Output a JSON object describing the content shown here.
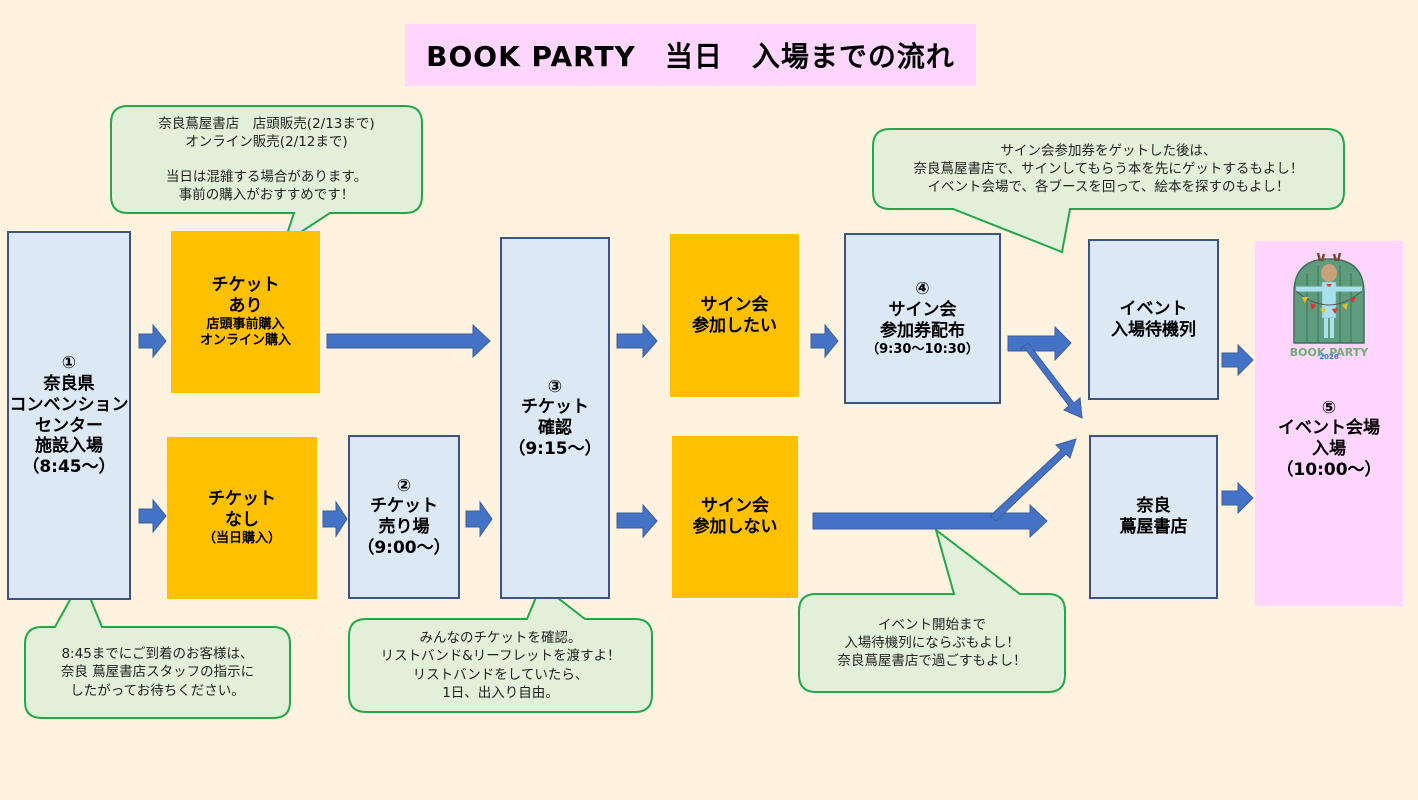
{
  "title": "BOOK PARTY　当日　入場までの流れ",
  "colors": {
    "background": "#fff3df",
    "title_bg": "#ffd6ff",
    "process_box": "#dde8f5",
    "process_border": "#3b5484",
    "decision_box": "#ffc000",
    "venue_box": "#ffd6ff",
    "arrow": "#4472c4",
    "callout_fill": "#e2f0d9",
    "callout_border": "#22a84a"
  },
  "steps": {
    "step1": {
      "number": "①",
      "lines": [
        "奈良県",
        "コンベンション",
        "センター",
        "施設入場",
        "（8:45～）"
      ]
    },
    "ticket_yes": {
      "lines": [
        "チケット",
        "あり"
      ],
      "sub": [
        "店頭事前購入",
        "オンライン購入"
      ]
    },
    "ticket_no": {
      "lines": [
        "チケット",
        "なし"
      ],
      "sub": [
        "（当日購入）"
      ]
    },
    "step2": {
      "number": "②",
      "lines": [
        "チケット",
        "売り場",
        "（9:00～）"
      ]
    },
    "step3": {
      "number": "③",
      "lines": [
        "チケット",
        "確認",
        "（9:15～）"
      ]
    },
    "sign_yes": {
      "lines": [
        "サイン会",
        "参加したい"
      ]
    },
    "sign_no": {
      "lines": [
        "サイン会",
        "参加しない"
      ]
    },
    "step4": {
      "number": "④",
      "lines": [
        "サイン会",
        "参加券配布"
      ],
      "time": "（9:30～10:30）"
    },
    "queue": {
      "lines": [
        "イベント",
        "入場待機列"
      ]
    },
    "bookstore": {
      "lines": [
        "奈良",
        "蔦屋書店"
      ]
    },
    "step5": {
      "logo": {
        "title": "BOOK PARTY",
        "year": "2026",
        "icon": "deer-mascot-icon"
      },
      "number": "⑤",
      "lines": [
        "イベント会場",
        "入場",
        "（10:00～）"
      ]
    }
  },
  "callouts": {
    "ticket_sales": [
      "奈良蔦屋書店　店頭販売(2/13まで)",
      "オンライン販売(2/12まで)",
      "",
      "当日は混雑する場合があります。",
      "事前の購入がおすすめです！"
    ],
    "arrival": [
      "8:45までにご到着のお客様は、",
      "奈良 蔦屋書店スタッフの指示に",
      "したがってお待ちください。"
    ],
    "ticket_check": [
      "みんなのチケットを確認。",
      "リストバンド&リーフレットを渡すよ！",
      "リストバンドをしていたら、",
      "1日、出入り自由。"
    ],
    "after_sign": [
      "サイン会参加券をゲットした後は、",
      "奈良蔦屋書店で、サインしてもらう本を先にゲットするもよし！",
      "イベント会場で、各ブースを回って、絵本を探すのもよし！"
    ],
    "waiting": [
      "イベント開始まで",
      "入場待機列にならぶもよし！",
      "奈良蔦屋書店で過ごすもよし！"
    ]
  }
}
